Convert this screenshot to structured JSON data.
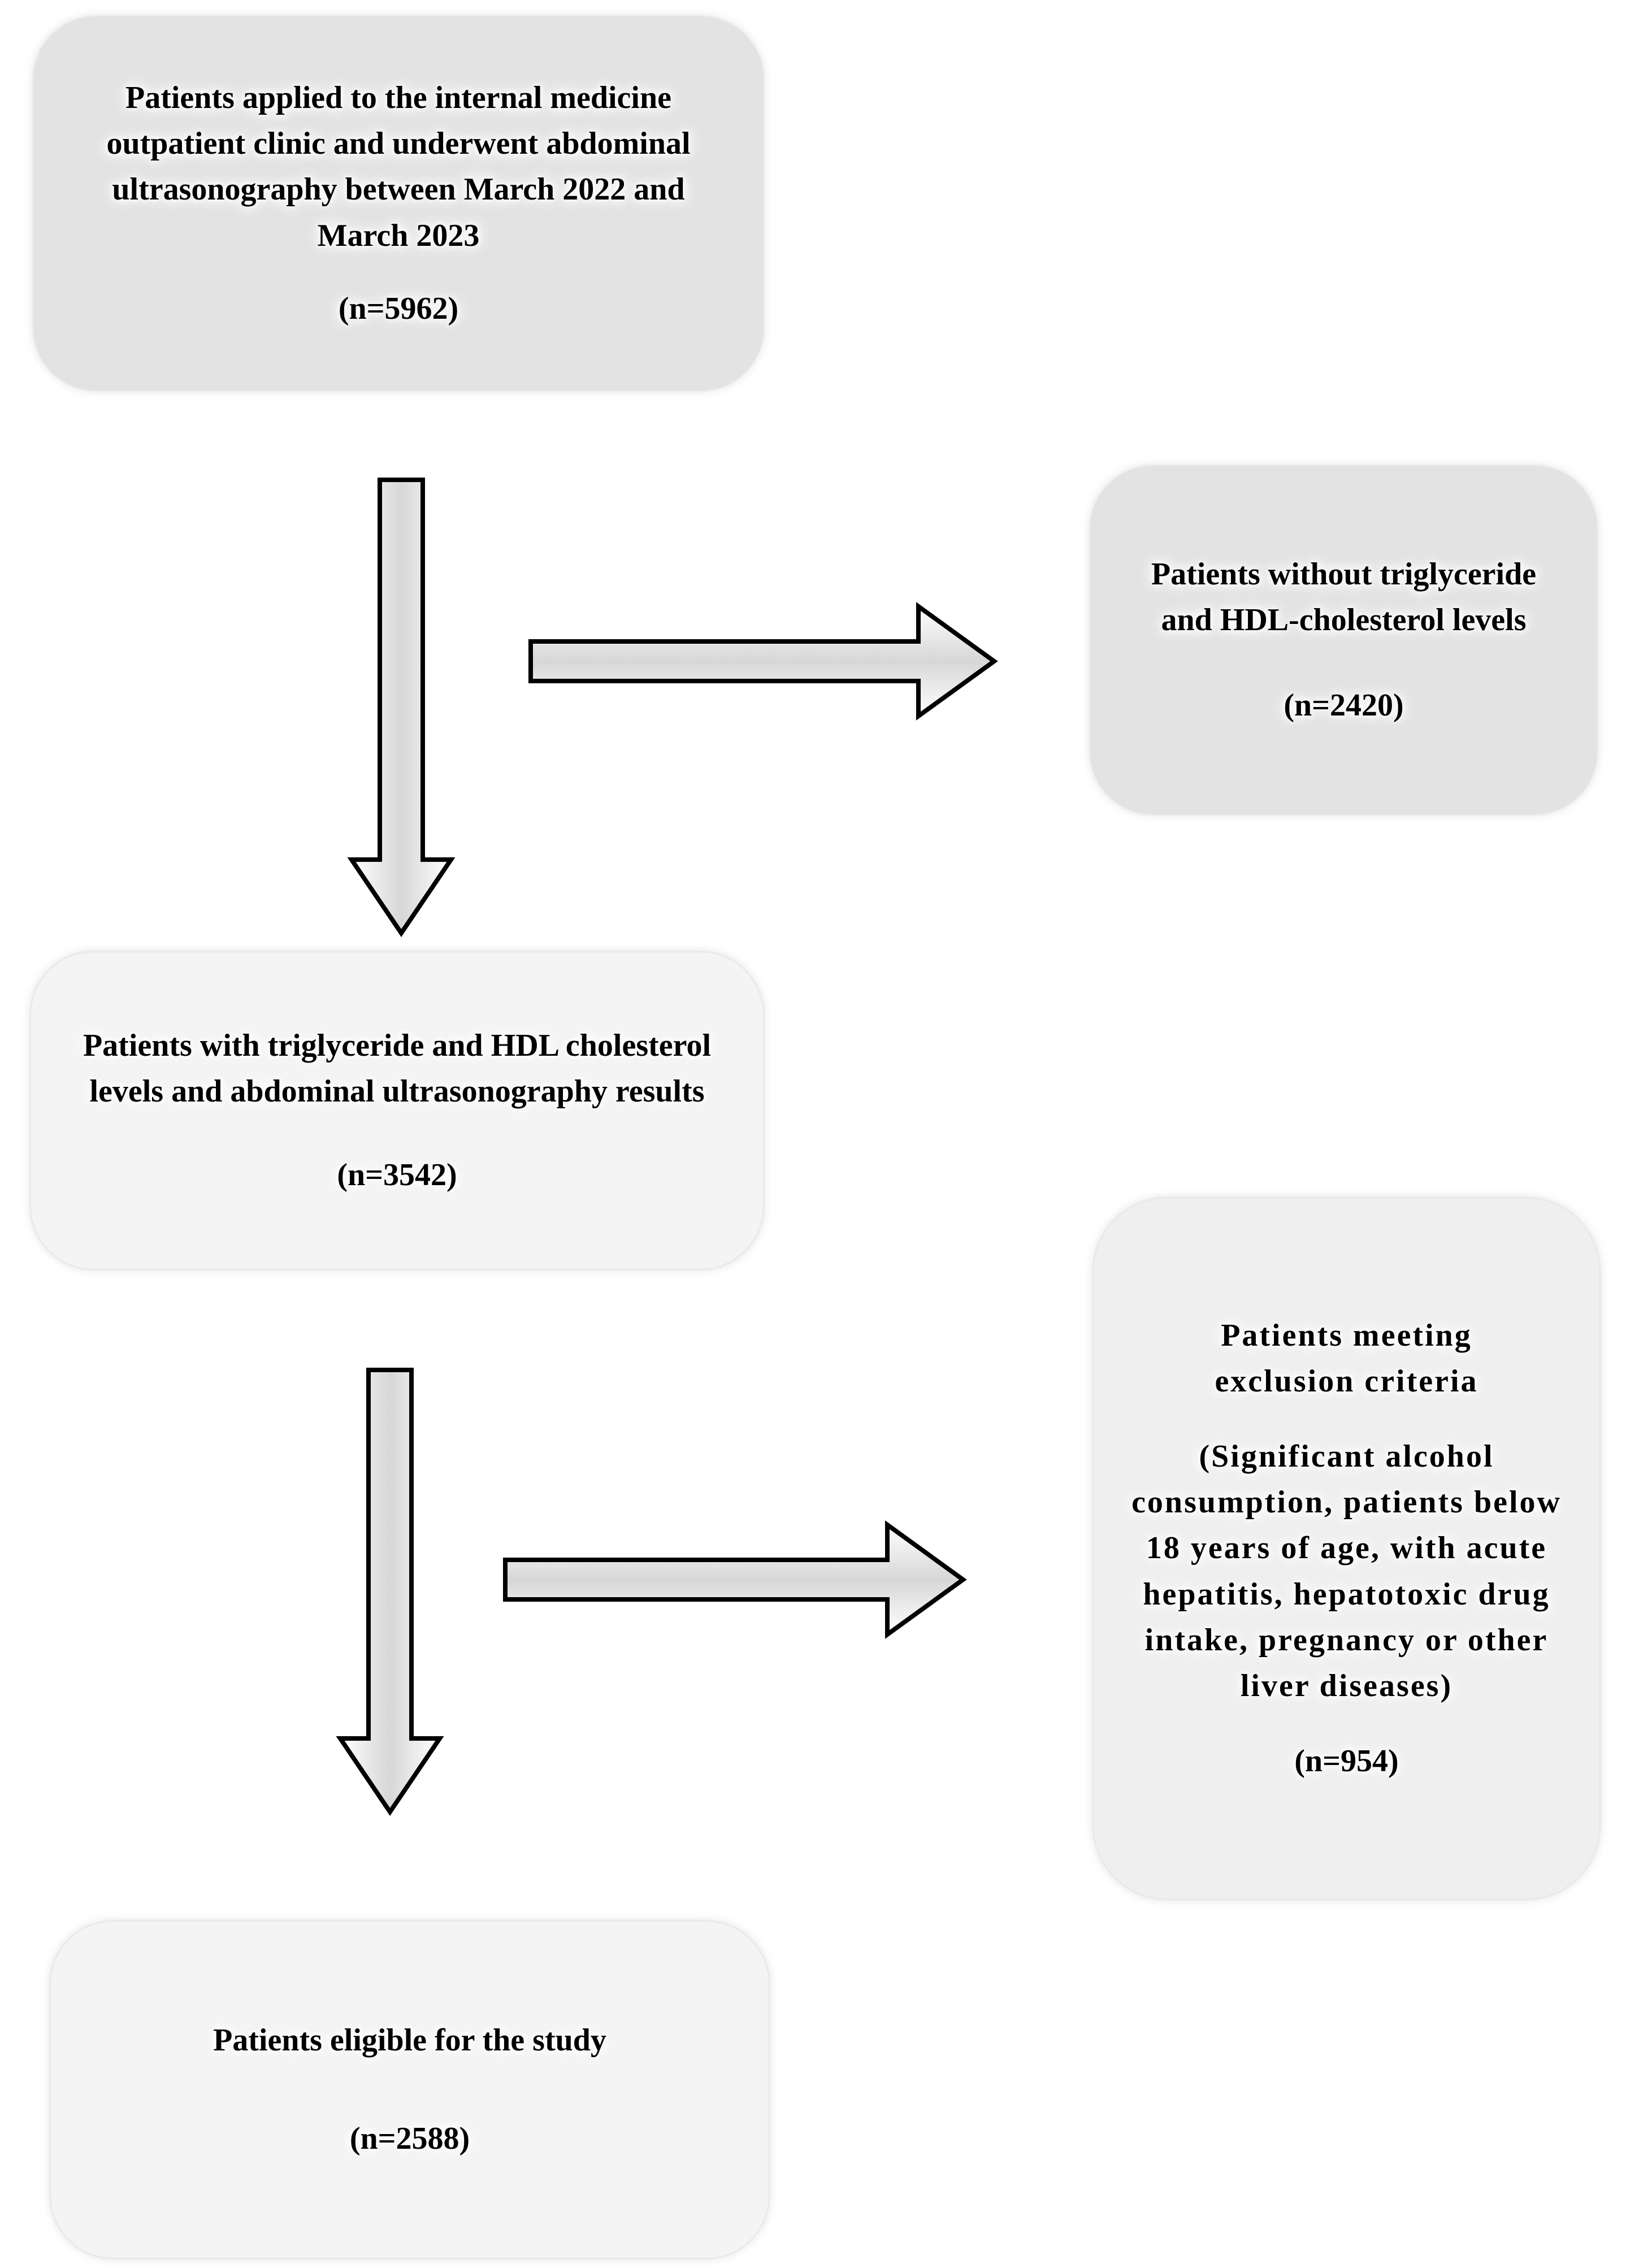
{
  "figure": {
    "boxes": {
      "applied": {
        "text": "Patients applied to the internal medicine outpatient clinic and underwent abdominal ultrasonography between March 2022 and March 2023",
        "n": "(n=5962)"
      },
      "without": {
        "text": "Patients without triglyceride and HDL-cholesterol levels",
        "n": "(n=2420)"
      },
      "with": {
        "text": "Patients with triglyceride and HDL cholesterol levels and abdominal ultrasonography results",
        "n": "(n=3542)"
      },
      "exclusion": {
        "title": "Patients meeting exclusion criteria",
        "detail": "(Significant alcohol consumption, patients below 18 years of age, with acute hepatitis, hepatotoxic drug intake, pregnancy or other liver diseases)",
        "n": "(n=954)"
      },
      "eligible": {
        "text": "Patients eligible for the study",
        "n": "(n=2588)"
      }
    },
    "arrows": {
      "down1": "down-arrow",
      "right1": "right-arrow",
      "down2": "down-arrow",
      "right2": "right-arrow"
    },
    "colors": {
      "page_bg": "#ffffff",
      "box_fill_dark": "#e3e3e3",
      "box_fill_mid": "#efefef",
      "box_fill_light": "#f4f4f4",
      "text_color": "#000000",
      "arrow_outline": "#000000",
      "arrow_core": "#d7d7d7"
    }
  }
}
